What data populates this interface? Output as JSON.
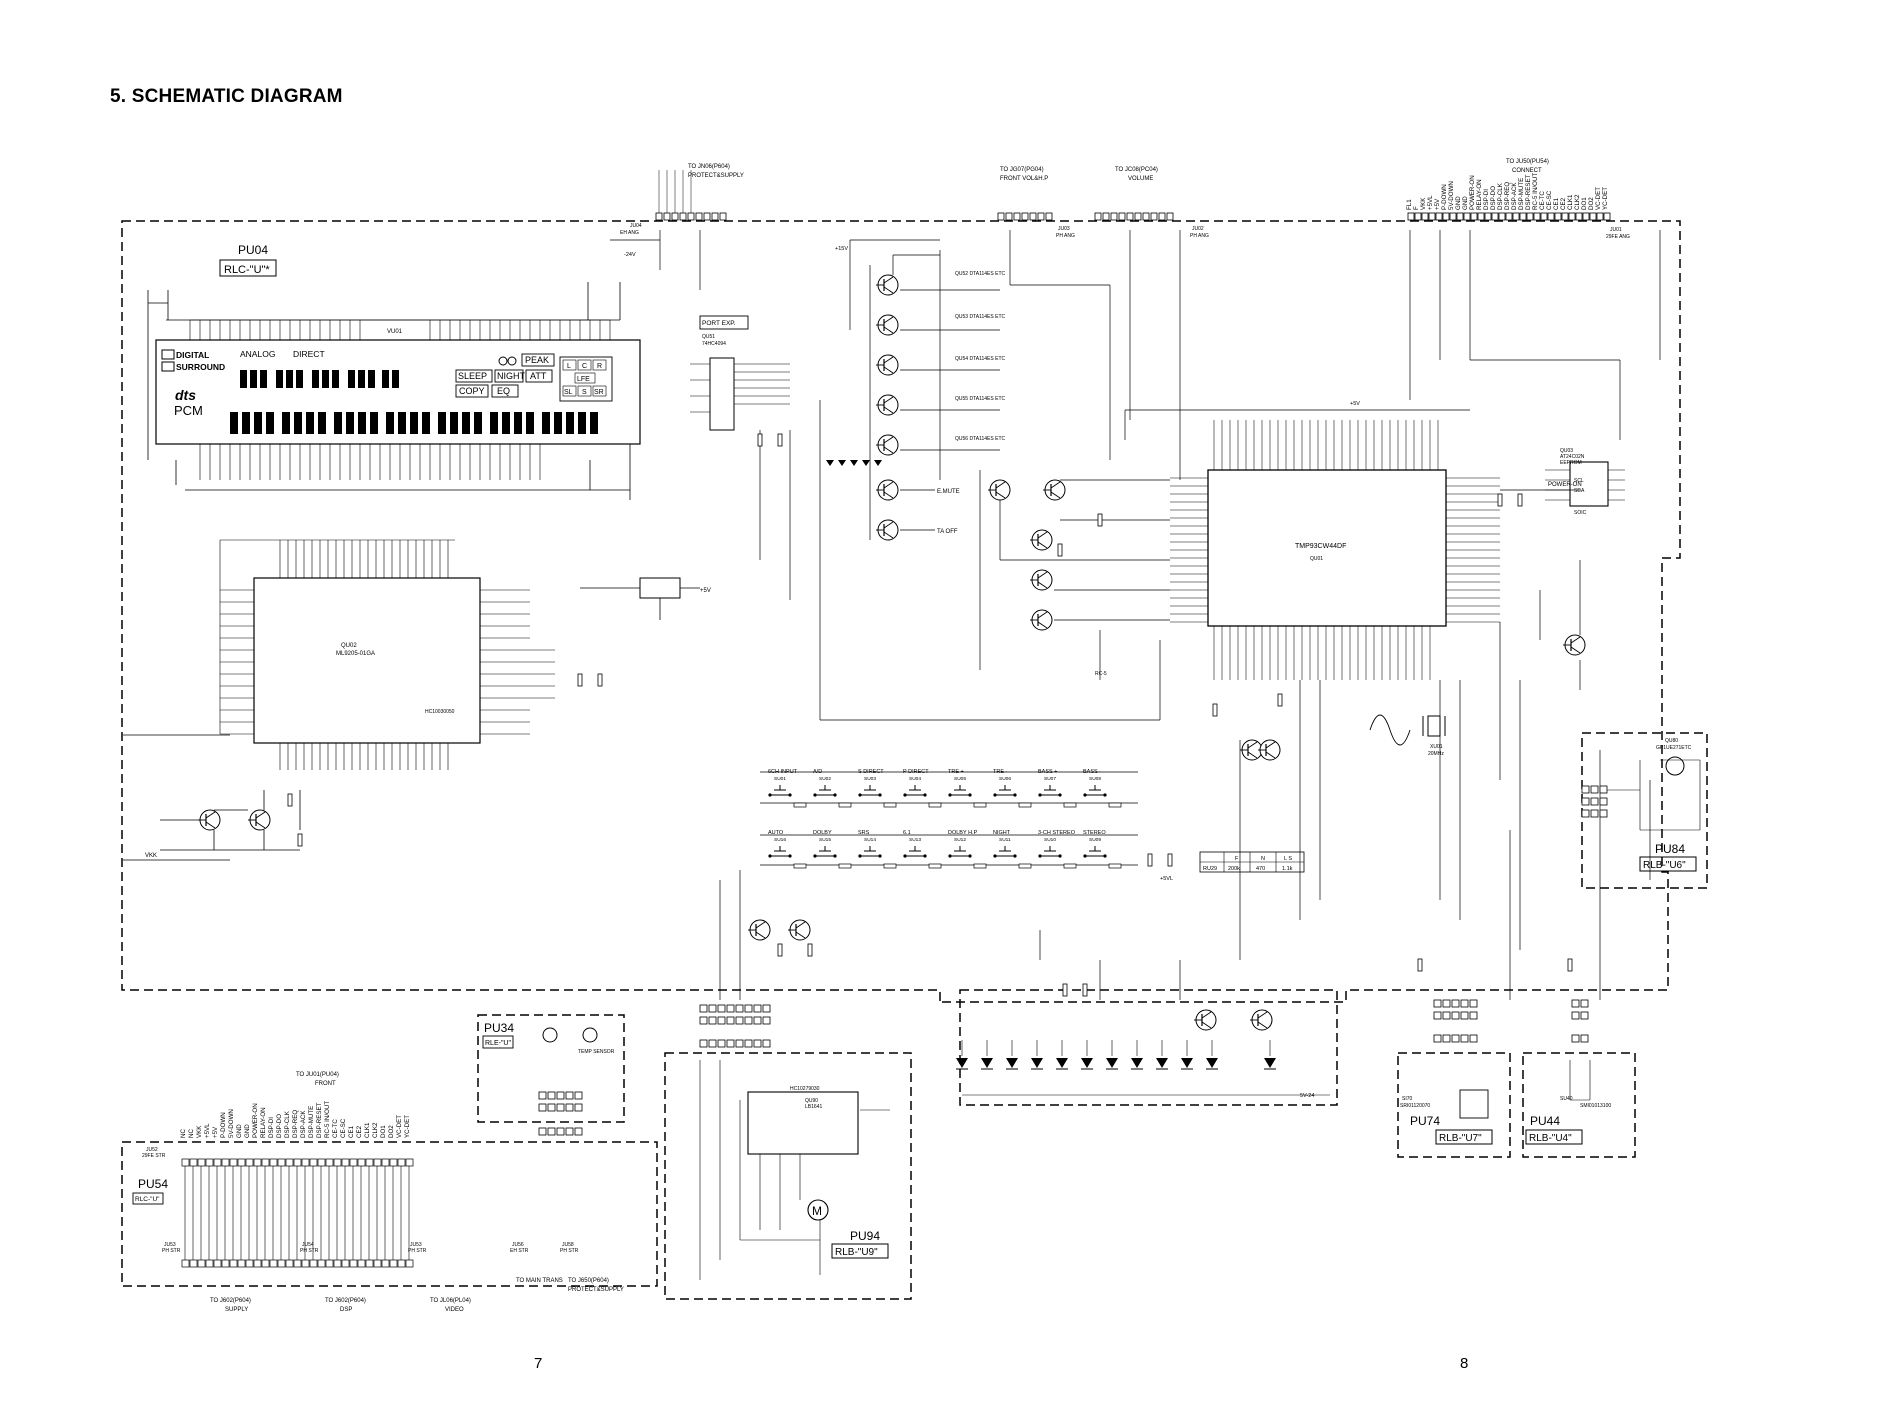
{
  "page": {
    "title": "5. SCHEMATIC DIAGRAM",
    "page_left": "7",
    "page_right": "8"
  },
  "boards": {
    "pu04": {
      "name": "PU04",
      "code": "RLC-\"U\"*"
    },
    "pu34": {
      "name": "PU34",
      "code": "RLE-\"U\""
    },
    "pu54": {
      "name": "PU54",
      "code": "RLC-\"U\""
    },
    "pu94": {
      "name": "PU94",
      "code": "RLB-\"U9\""
    },
    "pu74": {
      "name": "PU74",
      "code": "RLB-\"U7\""
    },
    "pu44": {
      "name": "PU44",
      "code": "RLB-\"U4\""
    },
    "pu84": {
      "name": "PU84",
      "code": "RLB-\"U6\""
    }
  },
  "ics": {
    "fl_display": "VU01",
    "fl_controller": {
      "part": "QU02",
      "model": "ML9205-01GA"
    },
    "fl_controller_sub": "HC10030050",
    "mcu": {
      "part": "QU01",
      "model": "TMP93CW44DF"
    },
    "eeprom": {
      "part": "QU03",
      "model": "AT24C02N",
      "label": "EEPROM"
    },
    "decoder": {
      "part": "QU51",
      "model": "74HC4094"
    },
    "motor_driver": {
      "part": "QU90",
      "model": "LB1641"
    },
    "motor_driver_sub": "HC10279030",
    "crystal": {
      "part": "XU01",
      "value": "20MHz"
    }
  },
  "display": {
    "logo_digital": "DIGITAL",
    "logo_surround": "SURROUND",
    "logo_dts": "dts",
    "logo_pcm": "PCM",
    "mode_analog": "ANALOG",
    "mode_direct": "DIRECT",
    "peak": "PEAK",
    "att": "ATT",
    "sleep": "SLEEP",
    "night": "NIGHT",
    "copy": "COPY",
    "eq": "EQ",
    "ch_l": "L",
    "ch_c": "C",
    "ch_r": "R",
    "ch_lfe": "LFE",
    "ch_sl": "SL",
    "ch_s": "S",
    "ch_sr": "SR"
  },
  "connectors": {
    "top_ju04": {
      "part": "JU04",
      "type": "EH ANG",
      "note": "TO JN06(P604)",
      "note2": "PROTECT&SUPPLY"
    },
    "top_ju03": {
      "part": "JU03",
      "type": "PH ANG",
      "note": "TO JG07(PG04)",
      "note2": "FRONT VOL&H.P"
    },
    "top_ju02": {
      "part": "JU02",
      "type": "PH ANG",
      "note": "TO JC08(PC04)",
      "note2": "VOLUME"
    },
    "top_ju01": {
      "part": "JU01",
      "type": "29FE ANG",
      "note": "TO JU50(PU54)",
      "note2": "CONNECT"
    },
    "pu54_to_pu04": {
      "note": "TO JU01(PU04)",
      "note2": "FRONT"
    },
    "pu54_ju52": {
      "part": "JU52",
      "type": "29FE STR"
    },
    "pu54_ju53": {
      "part": "JU53",
      "type": "PH STR",
      "note": "TO J602(P604)",
      "note2": "SUPPLY"
    },
    "pu54_ju54": {
      "part": "JU54",
      "type": "PH STR",
      "note": "TO J602(P604)",
      "note2": "DSP"
    },
    "pu54_ju55": {
      "part": "JU53",
      "type": "PH STR",
      "note": "TO JL06(PL04)",
      "note2": "VIDEO"
    },
    "pu54_ju56": {
      "part": "JU56",
      "type": "EH STR",
      "note": "TO MAIN TRANS"
    },
    "pu54_ju58": {
      "part": "JU58",
      "type": "PH STR",
      "note": "TO J650(P604)",
      "note2": "PROTECT&SUPPLY"
    }
  },
  "connector_pins": {
    "ju01": [
      "FL1",
      "F",
      "VKK",
      "+5VL",
      "+5V",
      "P-DOWN",
      "5V-DOWN",
      "GND",
      "GND",
      "POWER-ON",
      "RELAY-ON",
      "DSP-DI",
      "DSP-DO",
      "DSP-CLK",
      "DSP-REQ",
      "DSP-ACK",
      "DSP-MUTE",
      "DSP-RESET",
      "RC-5 IN/OUT",
      "CE-TC",
      "CE-SC",
      "CE1",
      "CE2",
      "CLK1",
      "CLK2",
      "DO1",
      "DO2",
      "VC-DET",
      "YC-DET"
    ],
    "pu54_ju52": [
      "NC",
      "NC",
      "VKK",
      "+5VL",
      "+5V",
      "P-DOWN",
      "5V-DOWN",
      "GND",
      "GND",
      "POWER-ON",
      "RELAY-ON",
      "DSP-DI",
      "DSP-DO",
      "DSP-CLK",
      "DSP-REQ",
      "DSP-ACK",
      "DSP-MUTE",
      "DSP-RESET",
      "RC-5 IN/OUT",
      "CE-TC",
      "CE-SC",
      "CE1",
      "CE2",
      "CLK1",
      "CLK2",
      "DO1",
      "DO2",
      "VC-DET",
      "YC-DET"
    ]
  },
  "keys": {
    "row1": [
      {
        "name": "6CH INPUT",
        "ref": "SU01"
      },
      {
        "name": "A/D",
        "ref": "SU02"
      },
      {
        "name": "S DIRECT",
        "ref": "SU03"
      },
      {
        "name": "P DIRECT",
        "ref": "SU04"
      },
      {
        "name": "TRE +",
        "ref": "SU05"
      },
      {
        "name": "TRE -",
        "ref": "SU06"
      },
      {
        "name": "BASS +",
        "ref": "SU07"
      },
      {
        "name": "BASS -",
        "ref": "SU08"
      }
    ],
    "row2": [
      {
        "name": "AUTO",
        "ref": "SU16"
      },
      {
        "name": "DOLBY",
        "ref": "SU15"
      },
      {
        "name": "SRS",
        "ref": "SU14"
      },
      {
        "name": "6.1",
        "ref": "SU13"
      },
      {
        "name": "DOLBY H.P",
        "ref": "SU12"
      },
      {
        "name": "NIGHT",
        "ref": "SU11"
      },
      {
        "name": "3-CH STEREO",
        "ref": "SU10"
      },
      {
        "name": "STEREO",
        "ref": "SU09"
      }
    ]
  },
  "resistor_table": {
    "headers": [
      "",
      "F",
      "N",
      "L S"
    ],
    "row": [
      "RU29",
      "200k",
      "470",
      "1.1k"
    ]
  },
  "signals": {
    "power_on": "POWER-ON",
    "e_mute": "E.MUTE",
    "ta_off": "TA OFF",
    "rc5": "RC-5",
    "scl": "SCL",
    "sda": "SDA",
    "soic": "SOIC",
    "port_expand": "PORT EXP.",
    "v5": "+5V",
    "v5l": "+5VL",
    "vkk": "VKK",
    "v24": "-24V",
    "v15": "+15V",
    "emi": "5V-24",
    "temp": "TEMP SENSOR"
  },
  "parts": {
    "mute_transistors": [
      "QU52 DTA114ES ETC",
      "QU53 DTA114ES ETC",
      "QU54 DTA114ES ETC",
      "QU55 DTA114ES ETC",
      "QU56 DTA114ES ETC"
    ],
    "pu74_part": "SI70",
    "pu74_model": "SRI01120070",
    "pu44_part": "SU40",
    "pu44_model": "SMI01013100",
    "pu84_part": "QU80",
    "pu84_model": "GP1UE271ETC"
  }
}
